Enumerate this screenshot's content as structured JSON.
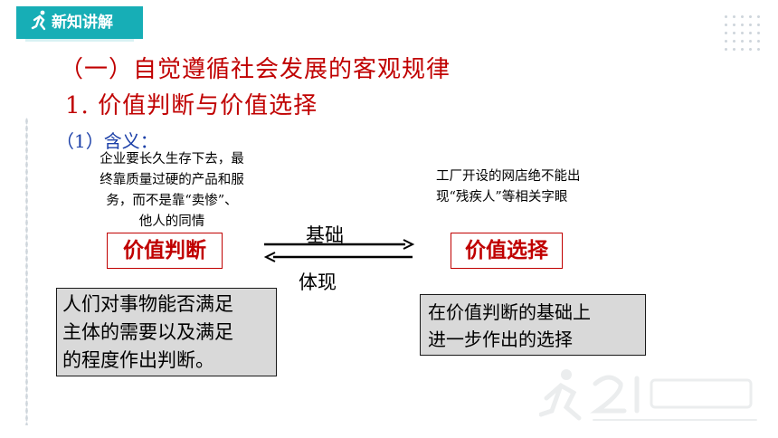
{
  "badge": {
    "label": "新知讲解"
  },
  "headings": {
    "section": "（一）自觉遵循社会发展的客观规律",
    "subsection": "1. 价值判断与价值选择",
    "item": "（1）含义："
  },
  "notes": {
    "left_lines": [
      "企业要长久生存下去，最",
      "终靠质量过硬的产品和服",
      "务，而不是靠“卖惨”、",
      "他人的同情"
    ],
    "right_lines": [
      "工厂开设的网店绝不能出",
      "现“残疾人”等相关字眼"
    ]
  },
  "concepts": {
    "left": "价值判断",
    "right": "价值选择"
  },
  "arrows": {
    "forward_label": "基础",
    "backward_label": "体现"
  },
  "definitions": {
    "left_lines": [
      "人们对事物能否满足",
      "主体的需要以及满足",
      "的程度作出判断。"
    ],
    "right_lines": [
      "在价值判断的基础上",
      "进一步作出的选择"
    ]
  },
  "colors": {
    "accent": "#17aeb6",
    "heading": "#c00000",
    "item": "#1b3fa8",
    "box_fill": "#d9d9d9"
  }
}
